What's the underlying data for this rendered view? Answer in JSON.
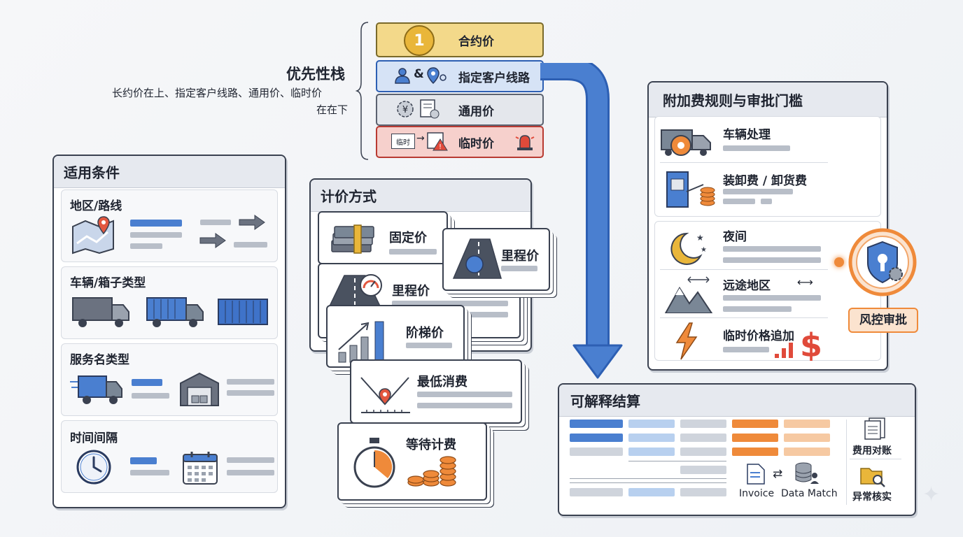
{
  "priority": {
    "title": "优先性栈",
    "desc_line1": "长约价在上、指定客户线路、通用价、临时价",
    "desc_line2": "在在下",
    "items": [
      {
        "label": "合约价",
        "badge": "1"
      },
      {
        "label": "指定客户线路",
        "amp": "&"
      },
      {
        "label": "通用价"
      },
      {
        "label": "临时价",
        "tag": "临时"
      }
    ]
  },
  "conditions": {
    "title": "适用条件",
    "sections": [
      {
        "label": "地区/路线"
      },
      {
        "label": "车辆/箱子类型"
      },
      {
        "label": "服务名类型"
      },
      {
        "label": "时间间隔"
      }
    ]
  },
  "pricing": {
    "title": "计价方式",
    "cards": [
      {
        "label": "固定价"
      },
      {
        "label": "里程价"
      },
      {
        "label": "里程价"
      },
      {
        "label": "阶梯价"
      },
      {
        "label": "最低消费"
      },
      {
        "label": "等待计费"
      }
    ]
  },
  "surcharge": {
    "title": "附加费规则与审批门槛",
    "items": [
      {
        "label": "车辆处理"
      },
      {
        "label": "装卸费 / 卸货费"
      },
      {
        "label": "夜间"
      },
      {
        "label": "远途地区"
      },
      {
        "label": "临时价格追加"
      }
    ],
    "approval": "风控审批"
  },
  "settlement": {
    "title": "可解释结算",
    "invoice": "Invoice",
    "data_match": "Data Match",
    "reconcile": "费用对账",
    "verify": "异常核实"
  },
  "colors": {
    "gold": "#f3d98a",
    "blue": "#3f73c9",
    "red": "#f6d0cc",
    "orange": "#ef8a3a"
  }
}
